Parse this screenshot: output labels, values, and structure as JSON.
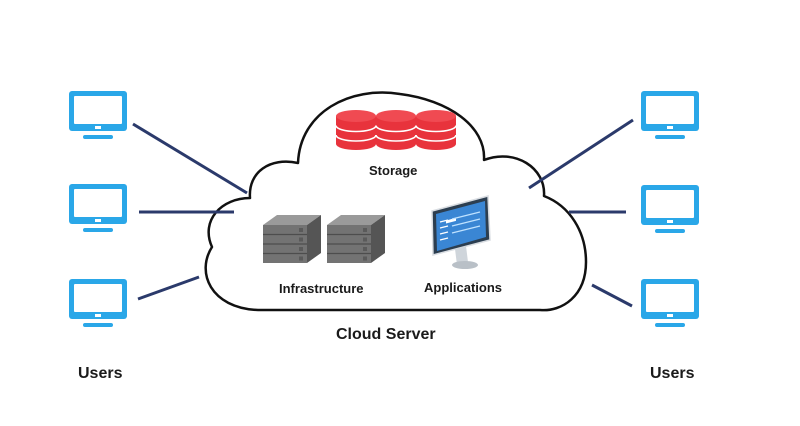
{
  "diagram": {
    "cloud_label": "Cloud Server",
    "storage_label": "Storage",
    "infrastructure_label": "Infrastructure",
    "applications_label": "Applications",
    "left_users_label": "Users",
    "right_users_label": "Users"
  },
  "colors": {
    "monitor_blue": "#2aa7e8",
    "connector_navy": "#2b3a6b",
    "storage_red": "#e8333c",
    "server_gray": "#6f6f6f",
    "cloud_outline": "#111111"
  },
  "icons": {
    "user_terminal": "monitor-icon",
    "storage": "database-icon",
    "infrastructure": "server-rack-icon",
    "applications": "desktop-app-icon"
  }
}
